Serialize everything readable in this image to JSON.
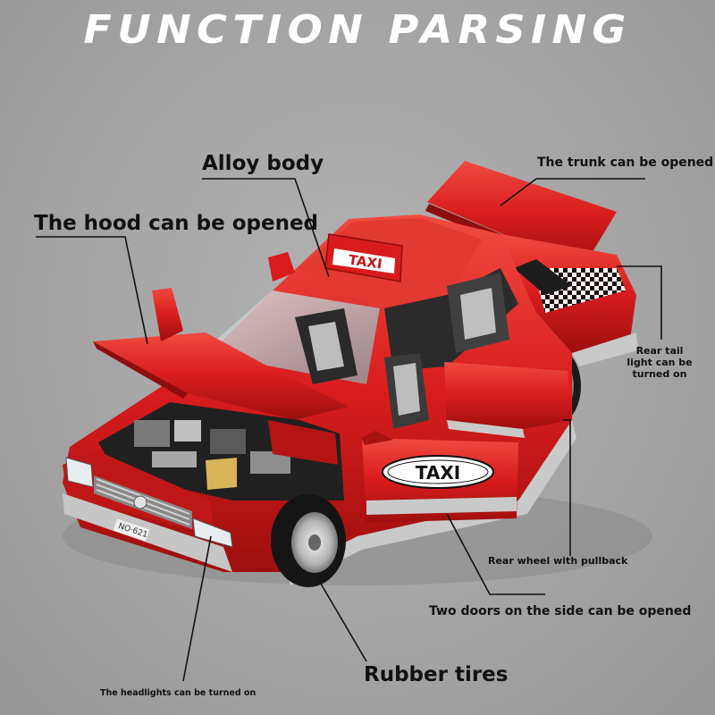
{
  "title": "FUNCTION PARSING",
  "labels": {
    "alloy_body": "Alloy body",
    "hood": "The hood can be opened",
    "trunk": "The trunk can be opened",
    "rear_tail": "Rear tail light can be turned on",
    "rear_wheel": "Rear wheel with pullback",
    "doors": "Two doors on the side can be opened",
    "tires": "Rubber tires",
    "headlights": "The headlights can be turned on"
  },
  "car": {
    "roof_sign": "TAXI",
    "door_sign": "TAXI",
    "plate": "NO·621",
    "body_color": "#d81c1c",
    "shadow_color": "#9d0f0f",
    "highlight_color": "#f04a3f",
    "trim_color": "#c9c9c9"
  },
  "colors": {
    "background": "#a8a8a8",
    "title": "#ffffff",
    "label_text": "#111111",
    "leader_line": "#111111"
  }
}
